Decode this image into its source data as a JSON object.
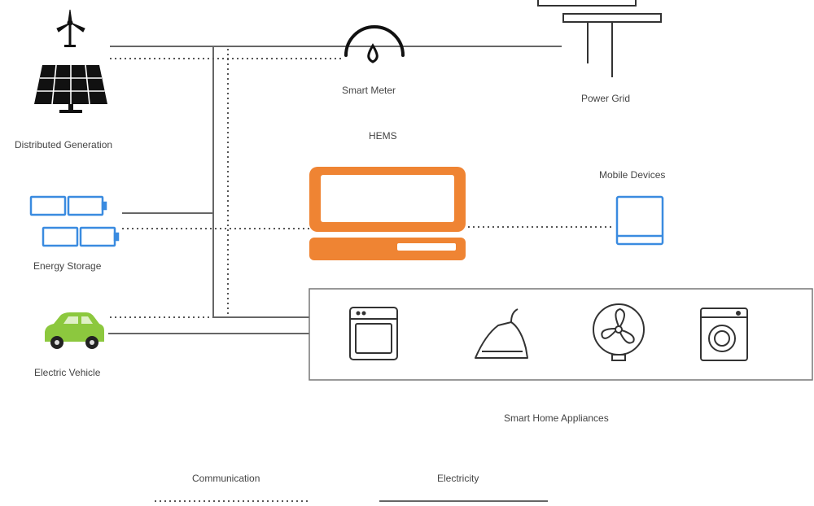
{
  "labels": {
    "distributed_generation": "Distributed Generation",
    "smart_meter": "Smart Meter",
    "power_grid": "Power Grid",
    "hems": "HEMS",
    "mobile_devices": "Mobile Devices",
    "energy_storage": "Energy Storage",
    "electric_vehicle": "Electric Vehicle",
    "smart_home_appliances": "Smart Home Appliances"
  },
  "legend": {
    "communication": "Communication",
    "electricity": "Electricity"
  },
  "icons": {
    "generation": [
      "wind-turbine-icon",
      "solar-panel-icon"
    ],
    "meter": "smart-meter-icon",
    "grid": "power-pole-icon",
    "hems": "computer-icon",
    "mobile": "tablet-icon",
    "storage": "battery-icon",
    "vehicle": "car-icon",
    "appliances": [
      "dishwasher-icon",
      "iron-icon",
      "fan-icon",
      "washing-machine-icon"
    ]
  },
  "colors": {
    "line": "#666666",
    "hems_orange": "#ef8433",
    "storage_blue": "#3a8be0",
    "car_green": "#8cc83e",
    "icon_dark": "#111111"
  }
}
